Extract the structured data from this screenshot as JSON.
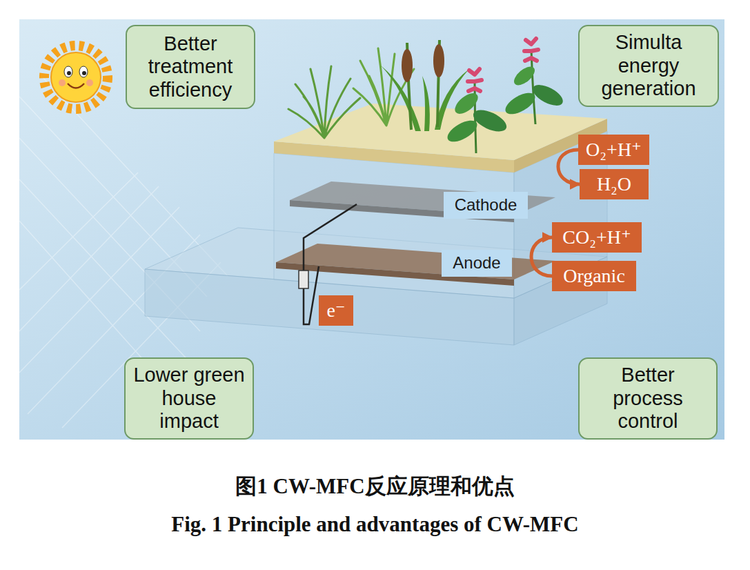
{
  "diagram": {
    "caption": "图1 CW-MFC反应原理和优点",
    "nodes": [
      {
        "text": [
          "Better treatment efficiency"
        ]
      },
      {
        "text": [
          "Simulta energy generation"
        ]
      },
      {
        "text": [
          "O₂+H⁺"
        ]
      },
      {
        "text": [
          "H₂O"
        ]
      },
      {
        "text": [
          "Cathode"
        ]
      },
      {
        "text": [
          "CO₂+H⁺"
        ]
      },
      {
        "text": [
          "Anode"
        ]
      },
      {
        "text": [
          "Organic"
        ]
      },
      {
        "text": [
          "e⁻"
        ]
      },
      {
        "text": [
          "Lower green house impact"
        ]
      },
      {
        "text": [
          "Better process control"
        ]
      }
    ],
    "edges": [
      {
        "from": 2,
        "to": 3,
        "arrow": "to"
      },
      {
        "from": 7,
        "to": 5,
        "arrow": "to"
      }
    ],
    "labels": [
      "Fig. 1 Principle and advantages of CW-MFC"
    ]
  }
}
